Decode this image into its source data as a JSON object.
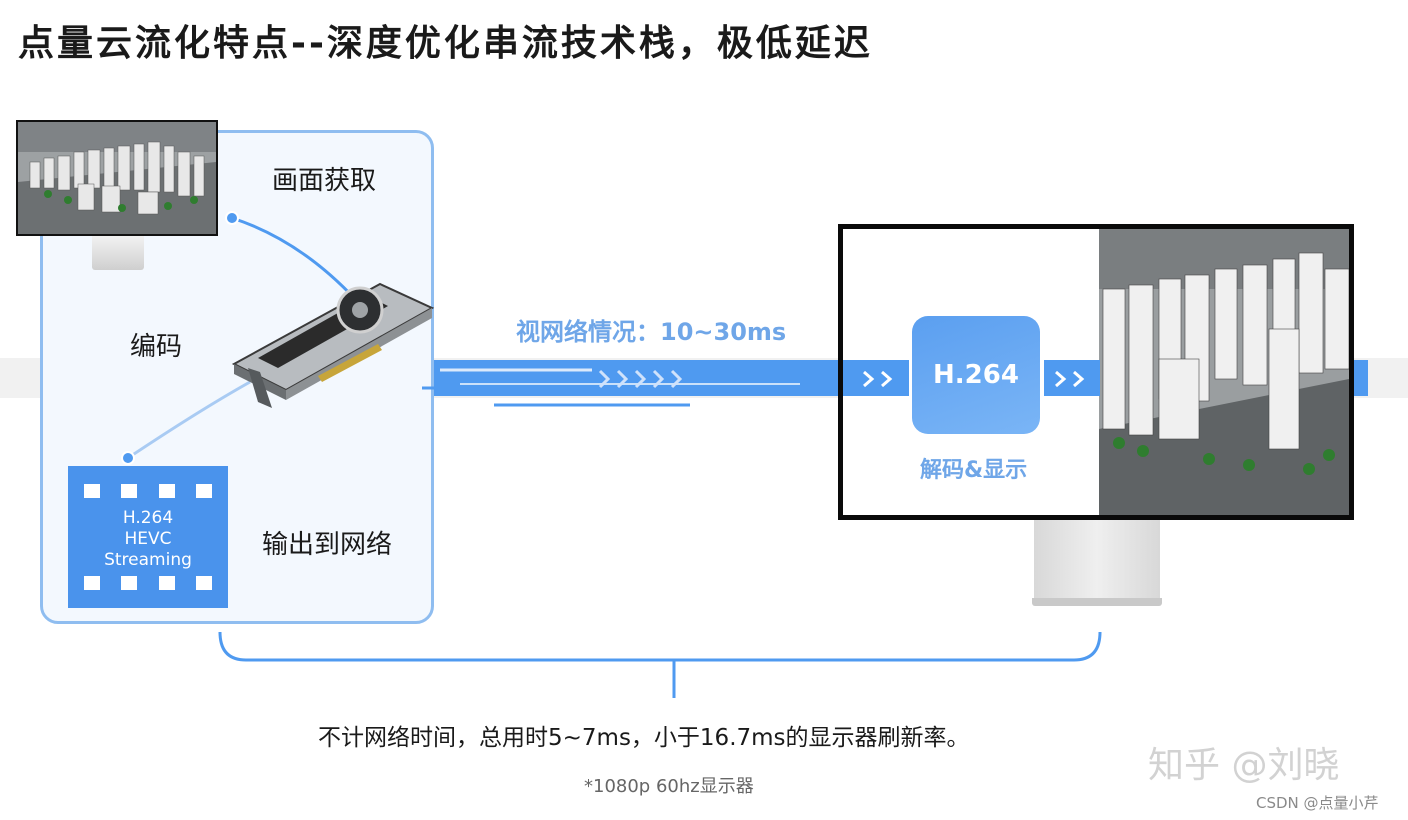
{
  "title": "点量云流化特点--深度优化串流技术栈，极低延迟",
  "left_panel": {
    "capture_label": "画面获取",
    "encode_label": "编码",
    "output_label": "输出到网络",
    "stream_formats": [
      "H.264",
      "HEVC",
      "Streaming"
    ]
  },
  "network": {
    "label": "视网络情况：10~30ms"
  },
  "decoder": {
    "codec_label": "H.264",
    "action_label": "解码&显示"
  },
  "summary": "不计网络时间，总用时5~7ms，小于16.7ms的显示器刷新率。",
  "footnote": "*1080p 60hz显示器",
  "watermarks": {
    "zhihu": "知乎 @刘晓",
    "csdn": "CSDN @点量小芹"
  },
  "icons": [
    "monitor-icon",
    "gpu-card-icon",
    "film-strip-icon",
    "chevron-right-icon"
  ],
  "colors": {
    "accent": "#4f9af0",
    "panel_border": "#8fbdf0",
    "label_blue": "#6fa6e8"
  }
}
